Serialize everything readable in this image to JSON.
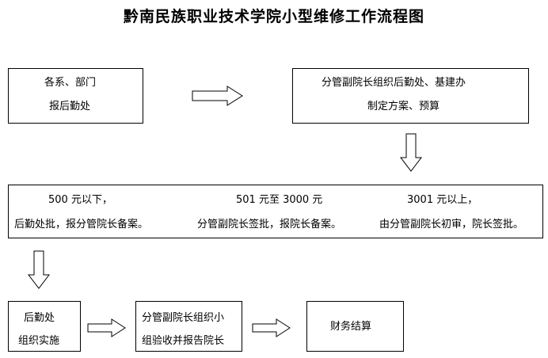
{
  "title": "黔南民族职业技术学院小型维修工作流程图",
  "steps": {
    "report": {
      "line1": "各系、部门",
      "line2": "报后勤处"
    },
    "plan": {
      "line1": "分管副院长组织后勤处、基建办",
      "line2": "制定方案、预算"
    },
    "approval": {
      "low": {
        "range": "500 元以下，",
        "rule": "后勤处批，报分管院长备案。"
      },
      "mid": {
        "range": "501 元至 3000 元",
        "rule": "分管副院长签批，报院长备案。"
      },
      "high": {
        "range": "3001 元以上，",
        "rule": "由分管副院长初审，院长签批。"
      }
    },
    "implement": {
      "line1": "后勤处",
      "line2": "组织实施"
    },
    "acceptance": {
      "line1": "分管副院长组织小",
      "line2": "组验收并报告院长"
    },
    "settlement": {
      "line1": "财务结算"
    }
  }
}
